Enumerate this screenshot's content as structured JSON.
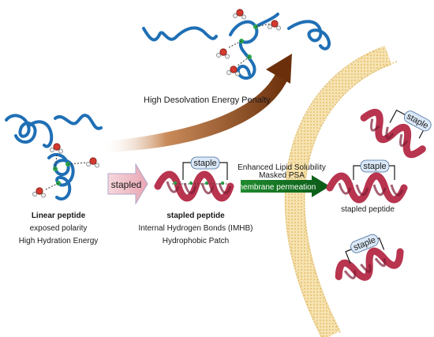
{
  "labels": {
    "desolvation": "High Desolvation Energy Penalty",
    "stapled_arrow": "stapled",
    "linear_title": "Linear peptide",
    "linear_line1": "exposed polarity",
    "linear_line2": "High Hydration Energy",
    "stapled_title": "stapled peptide",
    "stapled_line1": "Internal Hydrogen Bonds (IMHB)",
    "stapled_line2": "Hydrophobic Patch",
    "enhanced_line1": "Enhanced Lipid Solubility",
    "enhanced_line2": "Masked PSA",
    "membrane_permeation": "membrane permeation",
    "right_stapled": "stapled peptide",
    "staple_tag_center": "staple",
    "staple_tag_right_mid": "staple",
    "staple_tag_top_right": "staple",
    "staple_tag_bottom_right": "staple"
  },
  "colors": {
    "peptide_blue": "#1f6fb5",
    "helix_red": "#b8344f",
    "helix_dark": "#7e1d34",
    "brown_arrow": "#7a3a10",
    "green_arrow": "#0e6b1c",
    "membrane": "#f3dca0",
    "water_red": "#d43a2f",
    "hbond_green": "#2aa64a",
    "staple_box": "#dbe8f8"
  },
  "icons": [
    "water-molecule-icon",
    "hydrogen-bond-dot-icon",
    "staple-bracket-icon"
  ]
}
